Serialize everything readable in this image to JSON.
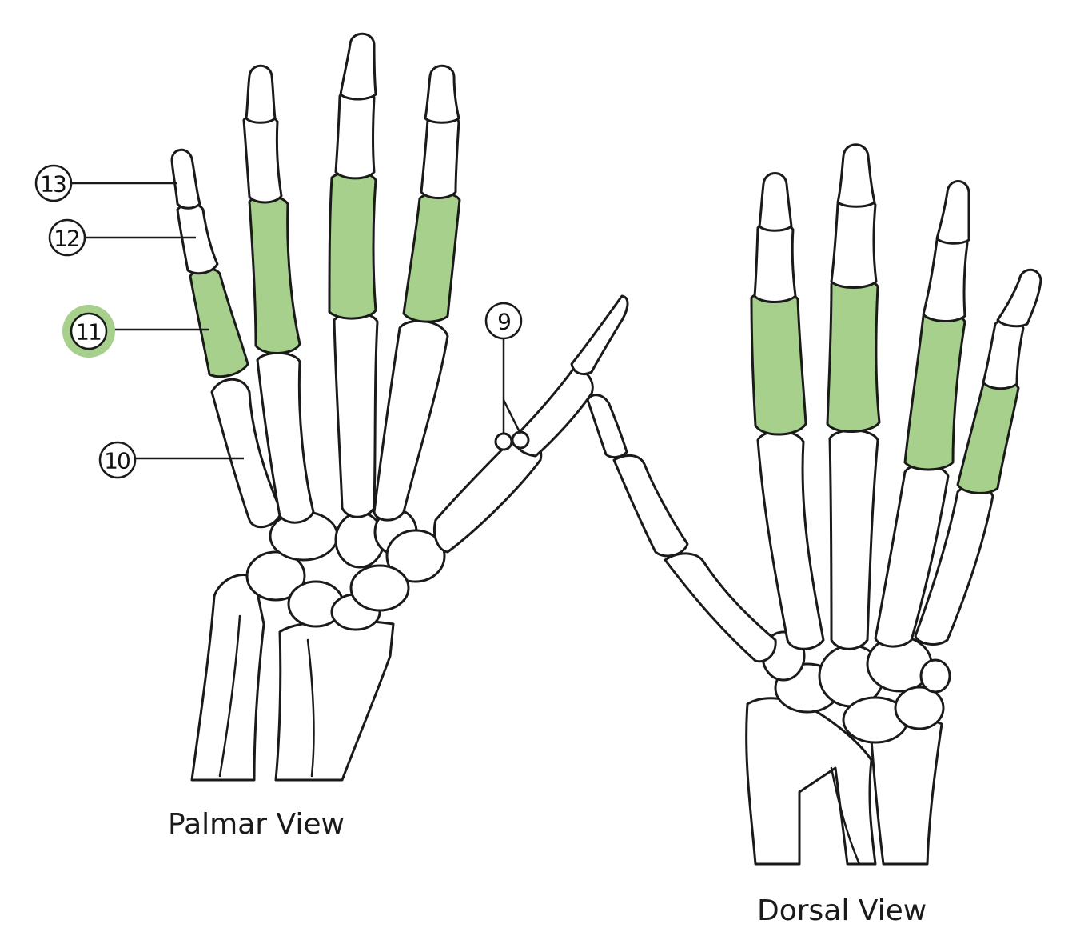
{
  "labels": {
    "l9": "9",
    "l10": "10",
    "l11": "11",
    "l12": "12",
    "l13": "13"
  },
  "captions": {
    "palmar": "Palmar View",
    "dorsal": "Dorsal View"
  },
  "highlighted_label": "11",
  "colors": {
    "highlight": "#a8d08d",
    "outline": "#1a1a1a",
    "background": "#ffffff"
  }
}
